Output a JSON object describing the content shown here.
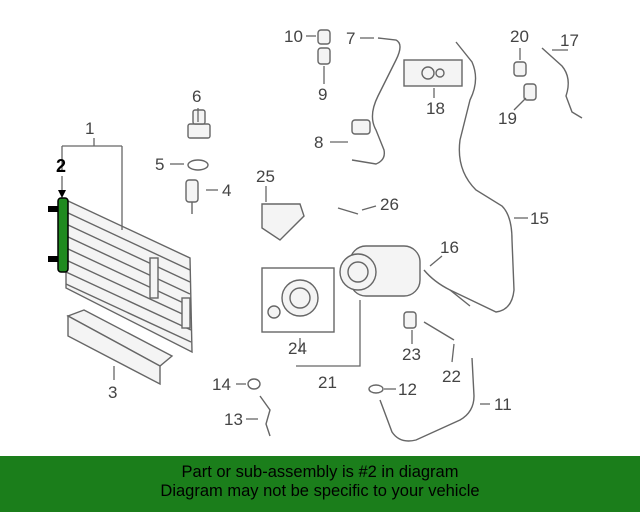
{
  "callouts": [
    "1",
    "2",
    "3",
    "4",
    "5",
    "6",
    "7",
    "8",
    "9",
    "10",
    "11",
    "12",
    "13",
    "14",
    "15",
    "16",
    "17",
    "18",
    "19",
    "20",
    "21",
    "22",
    "23",
    "24",
    "25",
    "26"
  ],
  "highlighted_part": "2",
  "colors": {
    "banner_bg": "#1b7e1b",
    "highlight": "#1f8a1f",
    "line": "#666666"
  },
  "banner": {
    "line1": "Part or sub-assembly is #2 in diagram",
    "line2": "Diagram may not be specific to your vehicle"
  }
}
